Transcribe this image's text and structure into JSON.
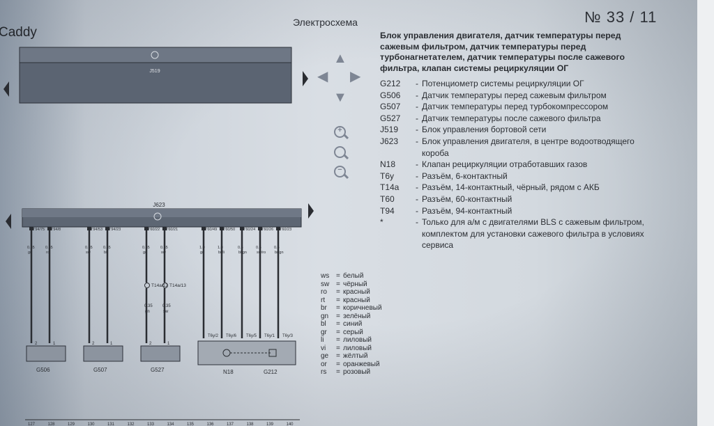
{
  "header": {
    "model": "Caddy",
    "title": "Электросхема",
    "page_number": "№ 33 / 11"
  },
  "description": {
    "title": "Блок управления двигателя, датчик температуры перед сажевым фильтром, датчик температуры перед турбонагнетателем, датчик температуры после сажевого фильтра, клапан системы рециркуляции ОГ",
    "items": [
      {
        "code": "G212",
        "desc": "Потенциометр системы рециркуляции ОГ"
      },
      {
        "code": "G506",
        "desc": "Датчик температуры перед сажевым фильтром"
      },
      {
        "code": "G507",
        "desc": "Датчик температуры перед турбокомпрессором"
      },
      {
        "code": "G527",
        "desc": "Датчик температуры после сажевого фильтра"
      },
      {
        "code": "J519",
        "desc": "Блок управления бортовой сети"
      },
      {
        "code": "J623",
        "desc": "Блок управления двигателя, в центре водоотводящего короба"
      },
      {
        "code": "N18",
        "desc": "Клапан рециркуляции отработавших газов"
      },
      {
        "code": "T6y",
        "desc": "Разъём, 6-контактный"
      },
      {
        "code": "T14a",
        "desc": "Разъём, 14-контактный, чёрный, рядом с АКБ"
      },
      {
        "code": "T60",
        "desc": "Разъём, 60-контактный"
      },
      {
        "code": "T94",
        "desc": "Разъём, 94-контактный"
      },
      {
        "code": "*",
        "desc": "Только для а/м с двигателями BLS с сажевым фильтром, комплектом для установки сажевого фильтра в условиях сервиса"
      }
    ]
  },
  "color_legend": [
    {
      "code": "ws",
      "name": "белый"
    },
    {
      "code": "sw",
      "name": "чёрный"
    },
    {
      "code": "ro",
      "name": "красный"
    },
    {
      "code": "rt",
      "name": "красный"
    },
    {
      "code": "br",
      "name": "коричневый"
    },
    {
      "code": "gn",
      "name": "зелёный"
    },
    {
      "code": "bl",
      "name": "синий"
    },
    {
      "code": "gr",
      "name": "серый"
    },
    {
      "code": "li",
      "name": "лиловый"
    },
    {
      "code": "vi",
      "name": "лиловый"
    },
    {
      "code": "ge",
      "name": "жёлтый"
    },
    {
      "code": "or",
      "name": "оранжевый"
    },
    {
      "code": "rs",
      "name": "розовый"
    }
  ],
  "diagram": {
    "top_unit_label": "J519",
    "main_unit_label": "J623",
    "connectors": [
      "T94/75",
      "T94/8",
      "T94/53",
      "T94/23",
      "T60/22",
      "T60/21",
      "T60/49",
      "T60/50",
      "T60/24",
      "T60/26",
      "T60/23"
    ],
    "wire_specs": [
      {
        "size": "0.35",
        "color": "gr"
      },
      {
        "size": "0.35",
        "color": "ro"
      },
      {
        "size": "0.35",
        "color": "sw"
      },
      {
        "size": "0.35",
        "color": "bl"
      },
      {
        "size": "0.35",
        "color": "gn"
      },
      {
        "size": "0.35",
        "color": "sw"
      },
      {
        "size": "1.0",
        "color": "gn"
      },
      {
        "size": "1.0",
        "color": "br/li"
      },
      {
        "size": "0.5",
        "color": "bl/gn"
      },
      {
        "size": "0.5",
        "color": "sw/ro"
      },
      {
        "size": "0.5",
        "color": "br/gn"
      }
    ],
    "t14a_labels": [
      "T14a/12",
      "T14a/13"
    ],
    "lower_specs": [
      {
        "size": "0.35",
        "color": "gn"
      },
      {
        "size": "0.35",
        "color": "sw"
      }
    ],
    "t6y_labels": [
      "T6y/2",
      "T6y/6",
      "T6y/5",
      "T6y/1",
      "T6y/3"
    ],
    "component_labels": [
      "G506",
      "G507",
      "G527",
      "N18",
      "G212"
    ],
    "pin_numbers": [
      "2",
      "1"
    ],
    "footer_numbers": [
      "127",
      "128",
      "129",
      "130",
      "131",
      "132",
      "133",
      "134",
      "135",
      "136",
      "137",
      "138",
      "139",
      "140"
    ]
  },
  "navigation": {
    "up": "▲",
    "down": "▼",
    "left": "◀",
    "right": "▶",
    "zoom_in": "+",
    "zoom_out": "−"
  }
}
